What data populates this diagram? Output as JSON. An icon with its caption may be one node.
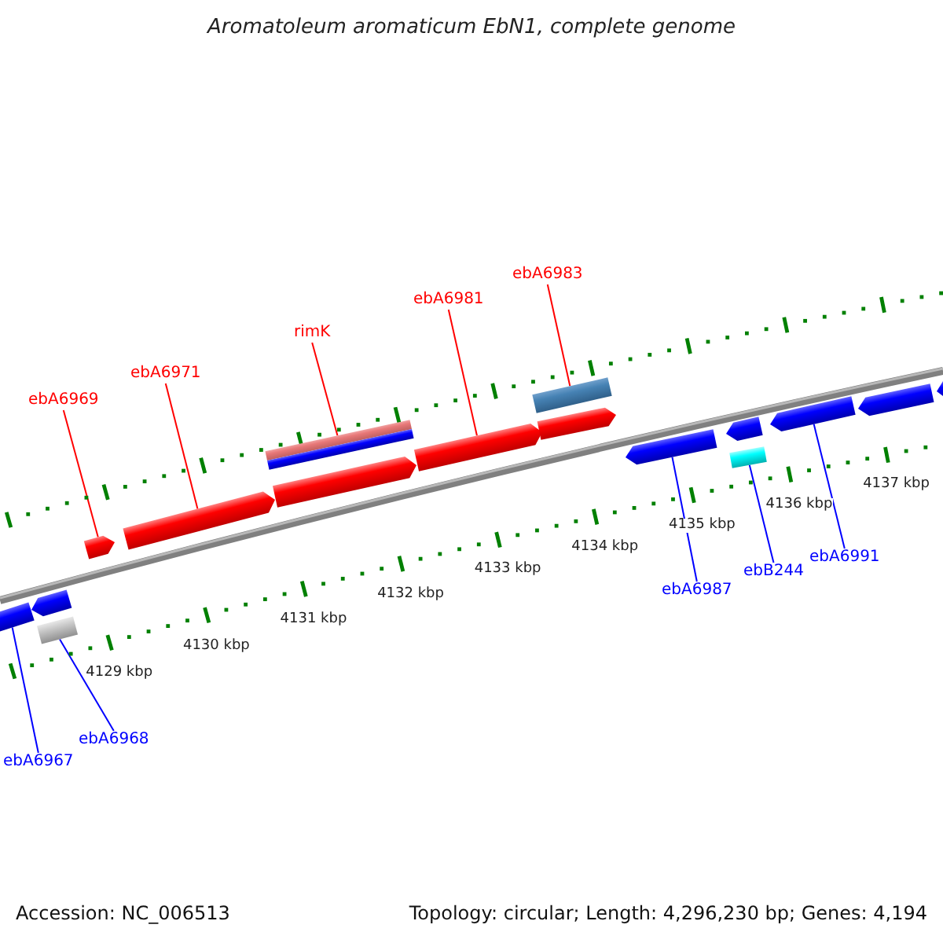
{
  "diagram": {
    "title": "Aromatoleum aromaticum EbN1, complete genome",
    "nodes": [
      {
        "text": [
          "ebA6969"
        ]
      },
      {
        "text": [
          "ebA6971"
        ]
      },
      {
        "text": [
          "rimK"
        ]
      },
      {
        "text": [
          "ebA6981"
        ]
      },
      {
        "text": [
          "ebA6983"
        ]
      },
      {
        "text": [
          "ebA6987"
        ]
      },
      {
        "text": [
          "ebB244"
        ]
      },
      {
        "text": [
          "ebA6991"
        ]
      },
      {
        "text": [
          "ebA6967"
        ]
      },
      {
        "text": [
          "ebA6968"
        ]
      },
      {
        "text": [],
        "shape": "arrow"
      },
      {
        "text": [],
        "shape": "arrow"
      },
      {
        "text": [],
        "shape": "bar"
      },
      {
        "text": [],
        "shape": "arrow"
      },
      {
        "text": [],
        "shape": "arrow"
      },
      {
        "text": [],
        "shape": "bar"
      },
      {
        "text": [],
        "shape": "arrow"
      },
      {
        "text": [],
        "shape": "arrow"
      },
      {
        "text": [],
        "shape": "bar"
      },
      {
        "text": [],
        "shape": "arrow"
      },
      {
        "text": [],
        "shape": "arrow"
      },
      {
        "text": [],
        "shape": "arrow"
      },
      {
        "text": [],
        "shape": "bar"
      },
      {
        "text": [],
        "shape": "arrow"
      },
      {
        "text": [],
        "shape": "arrow"
      },
      {
        "text": [],
        "shape": "arrow"
      }
    ],
    "edges": [
      {
        "from": 0,
        "to": 13,
        "arrow": "none",
        "color": "#ff0000"
      },
      {
        "from": 1,
        "to": 14,
        "arrow": "none",
        "color": "#ff0000"
      },
      {
        "from": 2,
        "to": 15,
        "arrow": "none",
        "color": "#ff0000"
      },
      {
        "from": 3,
        "to": 17,
        "arrow": "none",
        "color": "#ff0000"
      },
      {
        "from": 4,
        "to": 18,
        "arrow": "none",
        "color": "#ff0000"
      },
      {
        "from": 5,
        "to": 20,
        "arrow": "none",
        "color": "#0000ff"
      },
      {
        "from": 6,
        "to": 22,
        "arrow": "none",
        "color": "#0000ff"
      },
      {
        "from": 7,
        "to": 23,
        "arrow": "none",
        "color": "#0000ff"
      },
      {
        "from": 8,
        "to": 10,
        "arrow": "none",
        "color": "#0000ff"
      },
      {
        "from": 9,
        "to": 12,
        "arrow": "none",
        "color": "#0000ff"
      }
    ],
    "labels": [
      "4129 kbp",
      "4130 kbp",
      "4131 kbp",
      "4132 kbp",
      "4133 kbp",
      "4134 kbp",
      "4135 kbp",
      "4136 kbp",
      "4137 kbp",
      "Accession: NC_006513",
      "Topology: circular; Length: 4,296,230 bp; Genes: 4,194"
    ]
  }
}
